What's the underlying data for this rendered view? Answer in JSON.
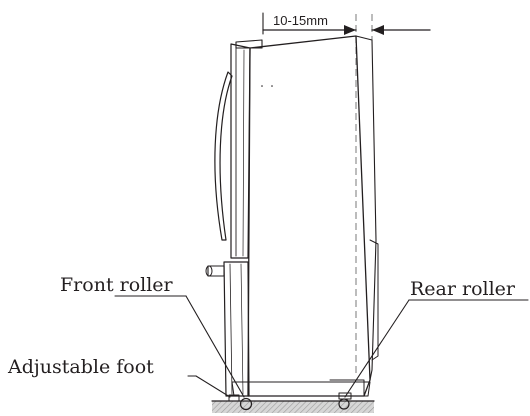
{
  "diagram": {
    "gap_label": "10-15mm",
    "labels": {
      "front_roller": "Front roller",
      "rear_roller": "Rear roller",
      "adjustable_foot": "Adjustable foot"
    }
  },
  "colors": {
    "line": "#231f20",
    "panel_shade": "#d9dadb",
    "floor_hatch": "#bfbfbf",
    "dashed_guide": "#9a9a9a"
  }
}
